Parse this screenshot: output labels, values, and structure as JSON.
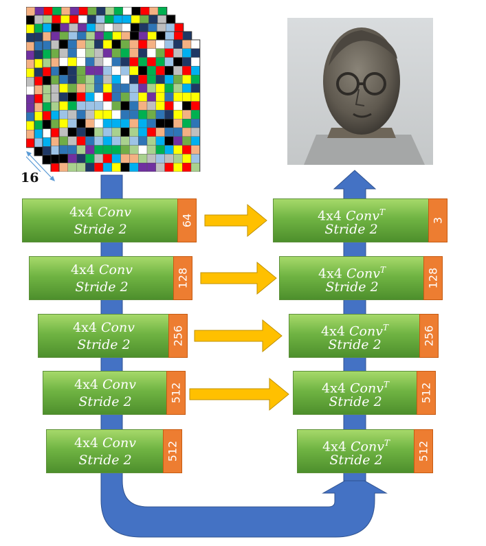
{
  "size_label": "16",
  "encoder": [
    {
      "line1_pre": "4x4 ",
      "line1_op": "Conv",
      "line2": "Stride 2",
      "channels": "64"
    },
    {
      "line1_pre": "4x4 ",
      "line1_op": "Conv",
      "line2": "Stride 2",
      "channels": "128"
    },
    {
      "line1_pre": "4x4 ",
      "line1_op": "Conv",
      "line2": "Stride 2",
      "channels": "256"
    },
    {
      "line1_pre": "4x4 ",
      "line1_op": "Conv",
      "line2": "Stride 2",
      "channels": "512"
    },
    {
      "line1_pre": "4x4 ",
      "line1_op": "Conv",
      "line2": "Stride 2",
      "channels": "512"
    }
  ],
  "decoder": [
    {
      "line1_pre": "4x4 ",
      "line1_op": "Conv",
      "line1_sup": "T",
      "line2": "Stride 2",
      "channels": "3"
    },
    {
      "line1_pre": "4x4 ",
      "line1_op": "Conv",
      "line1_sup": "T",
      "line2": "Stride 2",
      "channels": "128"
    },
    {
      "line1_pre": "4x4 ",
      "line1_op": "Conv",
      "line1_sup": "T",
      "line2": "Stride 2",
      "channels": "256"
    },
    {
      "line1_pre": "4x4 ",
      "line1_op": "Conv",
      "line1_sup": "T",
      "line2": "Stride 2",
      "channels": "512"
    },
    {
      "line1_pre": "4x4 ",
      "line1_op": "Conv",
      "line1_sup": "T",
      "line2": "Stride 2",
      "channels": "512"
    }
  ],
  "colors": {
    "flow_arrow": "#4472c4",
    "skip_arrow": "#ffc000",
    "block_green": "#70ad47",
    "channel_orange": "#ed7d31",
    "grid_palette": [
      "#2e75b6",
      "#ff0000",
      "#ffff00",
      "#00b050",
      "#00b0f0",
      "#a9d18e",
      "#f4b183",
      "#7030a0",
      "#1f3864",
      "#000000",
      "#ffffff",
      "#bfbfbf",
      "#70ad47",
      "#9dc3e6"
    ]
  }
}
